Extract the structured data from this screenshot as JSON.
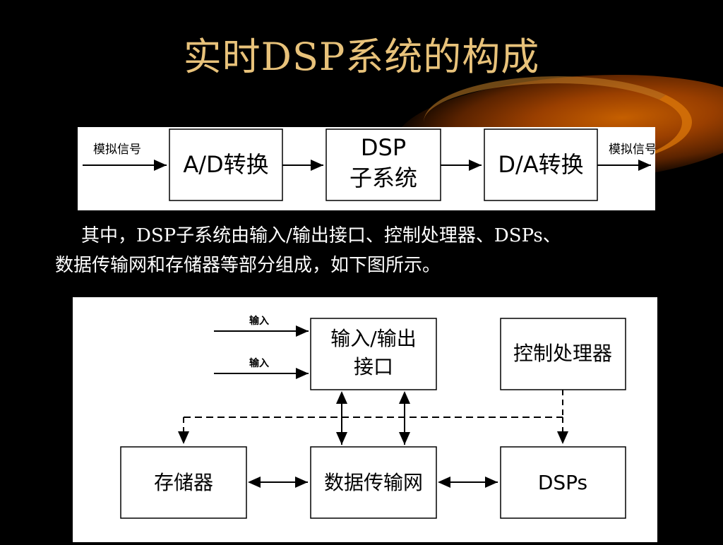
{
  "slide": {
    "title": "实时DSP系统的构成",
    "paragraph_line1": "其中，DSP子系统由输入/输出接口、控制处理器、DSPs、",
    "paragraph_line2": "数据传输网和存储器等部分组成，如下图所示。"
  },
  "pipeline": {
    "input_label": "模拟信号",
    "ad_block": "A/D转换",
    "dsp_block_line1": "DSP",
    "dsp_block_line2": "子系统",
    "da_block": "D/A转换",
    "output_label": "模拟信号"
  },
  "architecture": {
    "input_arrow_1": "输入",
    "input_arrow_2": "输入",
    "io_block_line1": "输入/输出",
    "io_block_line2": "接口",
    "controller_block": "控制处理器",
    "storage_block": "存储器",
    "network_block": "数据传输网",
    "dsps_block": "DSPs"
  },
  "colors": {
    "background": "#000000",
    "title": "#e8c27a",
    "text": "#ffffff",
    "accent_glow": "#c55f00"
  }
}
